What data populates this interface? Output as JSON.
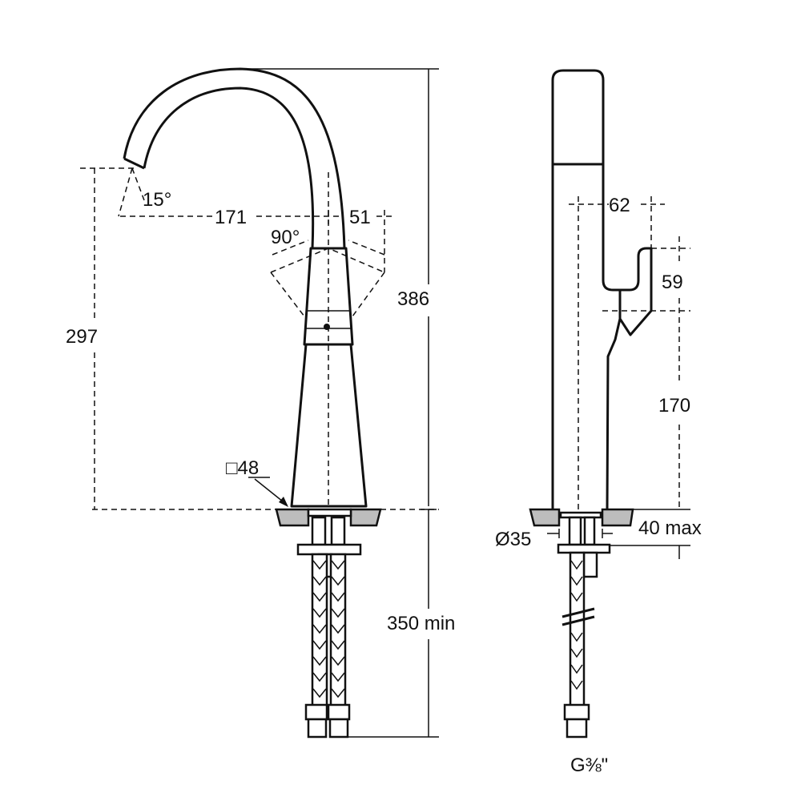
{
  "title": "Kitchen mixer tap dimension drawing",
  "front_view": {
    "dimensions": {
      "height_total": "386",
      "spout_height": "297",
      "spout_reach": "171",
      "lever_offset": "51",
      "spout_angle": "15°",
      "lever_rotation": "90°",
      "base_size": "□48",
      "hose_length": "350 min"
    }
  },
  "side_view": {
    "dimensions": {
      "lever_depth": "62",
      "lever_height": "59",
      "lever_base_height": "170",
      "hole_diameter": "Ø35",
      "deck_thickness": "40 max",
      "connection_thread": "G⅜\""
    }
  }
}
